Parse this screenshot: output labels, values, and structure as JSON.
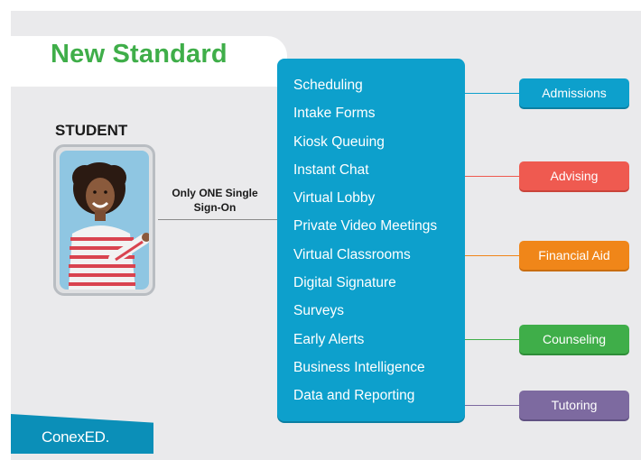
{
  "title": "New Standard",
  "student_label": "STUDENT",
  "sso_label": "Only ONE Single Sign-On",
  "features": [
    "Scheduling",
    "Intake Forms",
    "Kiosk Queuing",
    "Instant Chat",
    "Virtual Lobby",
    "Private Video Meetings",
    "Virtual Classrooms",
    "Digital Signature",
    "Surveys",
    "Early Alerts",
    "Business Intelligence",
    "Data and Reporting"
  ],
  "departments": [
    {
      "label": "Admissions",
      "color": "#0da0cc"
    },
    {
      "label": "Advising",
      "color": "#ef5a50"
    },
    {
      "label": "Financial Aid",
      "color": "#f08619"
    },
    {
      "label": "Counseling",
      "color": "#3fae49"
    },
    {
      "label": "Tutoring",
      "color": "#7d6aa0"
    }
  ],
  "logo_text": "ConexED.",
  "colors": {
    "title_green": "#3fae49",
    "panel_blue": "#0da0cc",
    "background": "#eaeaec"
  }
}
